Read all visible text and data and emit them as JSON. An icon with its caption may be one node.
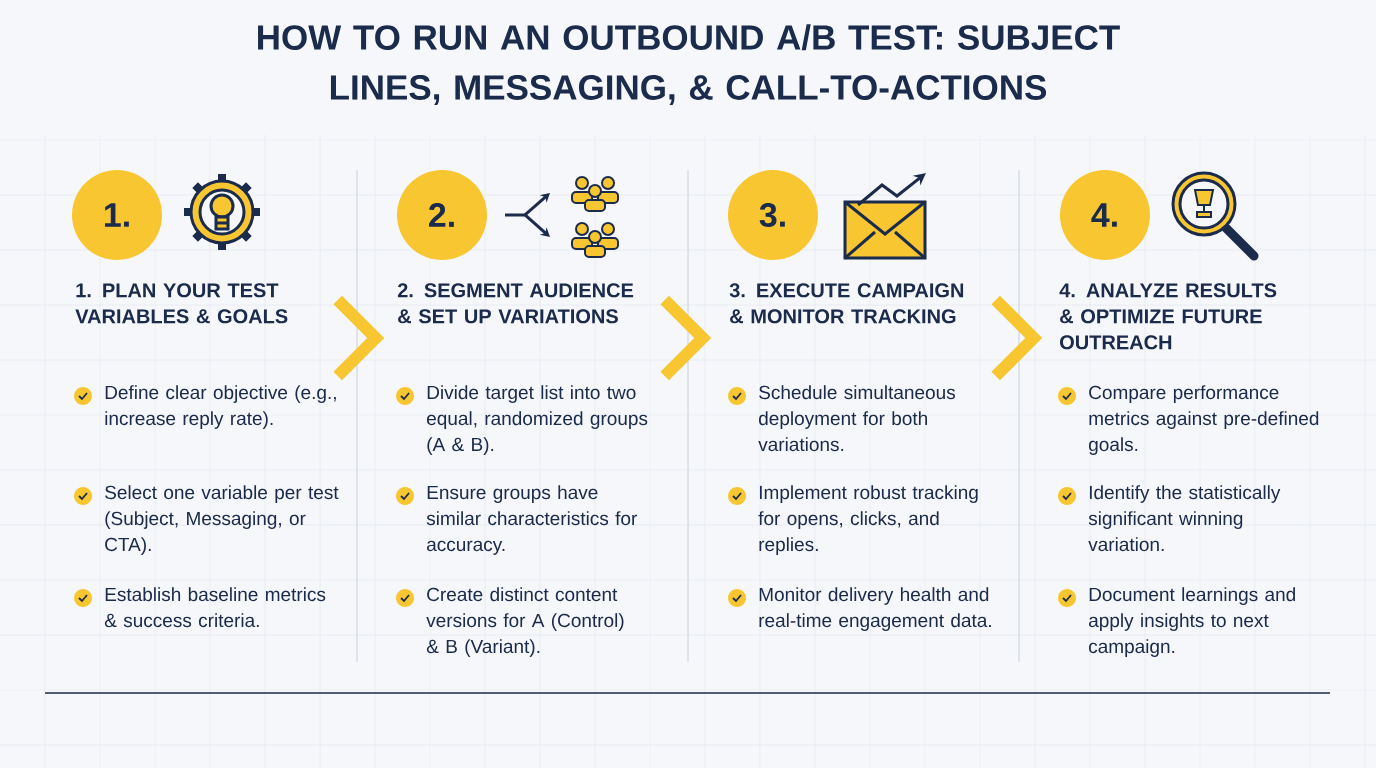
{
  "diagram": {
    "title": "HOW TO RUN AN OUTBOUND A/B TEST: SUBJECT LINES, MESSAGING, & CALL-TO-ACTIONS",
    "nodes": [
      {
        "text": [
          "1."
        ]
      },
      {
        "text": [
          "1. PLAN YOUR TEST VARIABLES & GOALS"
        ]
      },
      {
        "text": [
          "2."
        ]
      },
      {
        "text": [
          "2. SEGMENT AUDIENCE & SET UP VARIATIONS"
        ]
      },
      {
        "text": [
          "3."
        ]
      },
      {
        "text": [
          "3. EXECUTE CAMPAIGN & MONITOR TRACKING"
        ]
      },
      {
        "text": [
          "4."
        ]
      },
      {
        "text": [
          "4. ANALYZE RESULTS & OPTIMIZE FUTURE OUTREACH"
        ]
      }
    ],
    "edges": [
      {
        "from": 1,
        "to": 3,
        "arrow": "to"
      },
      {
        "from": 3,
        "to": 5,
        "arrow": "to"
      },
      {
        "from": 5,
        "to": 7,
        "arrow": "to"
      }
    ],
    "labels": [
      "Define clear objective (e.g., increase reply rate).",
      "Select one variable per test (Subject, Messaging, or CTA).",
      "Establish baseline metrics & success criteria.",
      "Divide target list into two equal, randomized groups (A & B).",
      "Ensure groups have similar characteristics for accuracy.",
      "Create distinct content versions for A (Control) & B (Variant).",
      "Schedule simultaneous deployment for both variations.",
      "Implement robust tracking for opens, clicks, and replies.",
      "Monitor delivery health and real-time engagement data.",
      "Compare performance metrics against pre-defined goals.",
      "Identify the statistically significant winning variation.",
      "Document learnings and apply insights to next campaign."
    ]
  }
}
